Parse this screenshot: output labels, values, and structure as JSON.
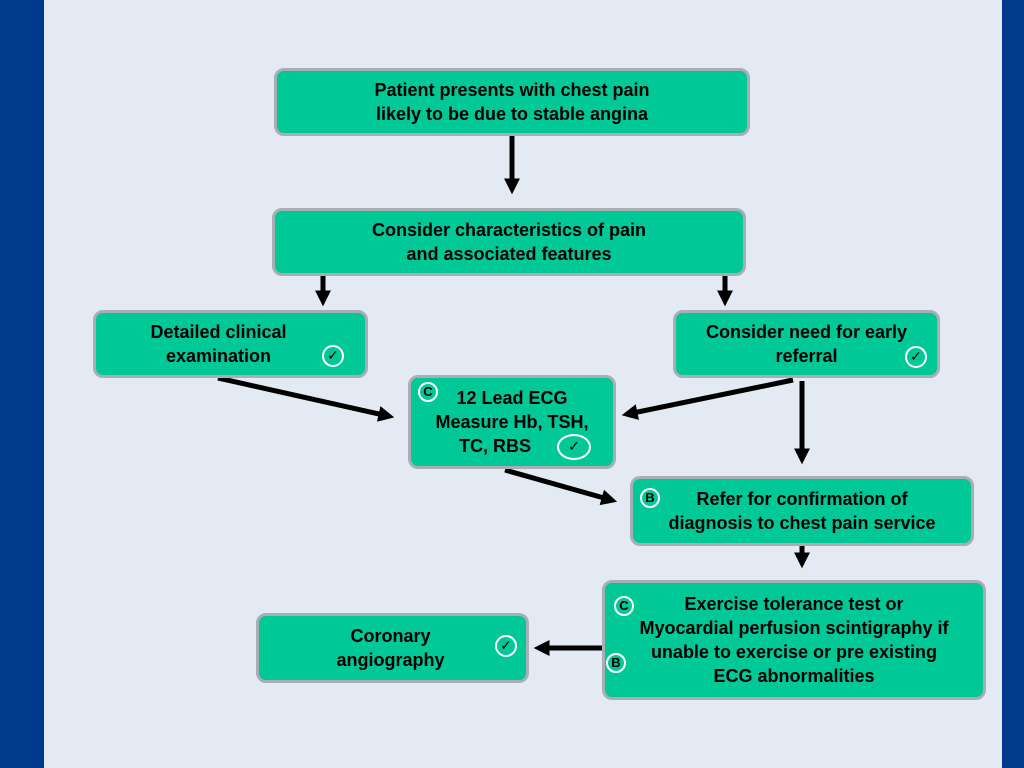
{
  "nodes": {
    "presents": {
      "lines": [
        "Patient presents with chest pain",
        "likely to be due to stable angina"
      ]
    },
    "characteristics": {
      "lines": [
        "Consider characteristics of pain",
        "and associated features"
      ]
    },
    "clinical_exam": {
      "lines": [
        "Detailed clinical",
        "examination"
      ],
      "mark": "✓"
    },
    "early_referral": {
      "lines": [
        "Consider need for early",
        "referral"
      ],
      "mark": "✓"
    },
    "ecg": {
      "lines": [
        "12 Lead ECG",
        "Measure Hb, TSH,",
        "TC, RBS"
      ],
      "grade": "C",
      "mark": "✓"
    },
    "refer": {
      "lines": [
        "Refer for confirmation of",
        "diagnosis to chest pain service"
      ],
      "grade": "B"
    },
    "exercise": {
      "lines": [
        "Exercise tolerance test or",
        "Myocardial perfusion scintigraphy if",
        "unable to exercise or pre existing",
        "ECG abnormalities"
      ],
      "grade_top": "C",
      "grade_bottom": "B"
    },
    "angiography": {
      "lines": [
        "Coronary",
        "angiography"
      ],
      "mark": "✓"
    }
  },
  "colors": {
    "box_fill": "#00c896",
    "box_border": "#a9aeb5",
    "background": "#e4eaf3",
    "side_bars": "#003a8c",
    "arrow": "#000000"
  }
}
